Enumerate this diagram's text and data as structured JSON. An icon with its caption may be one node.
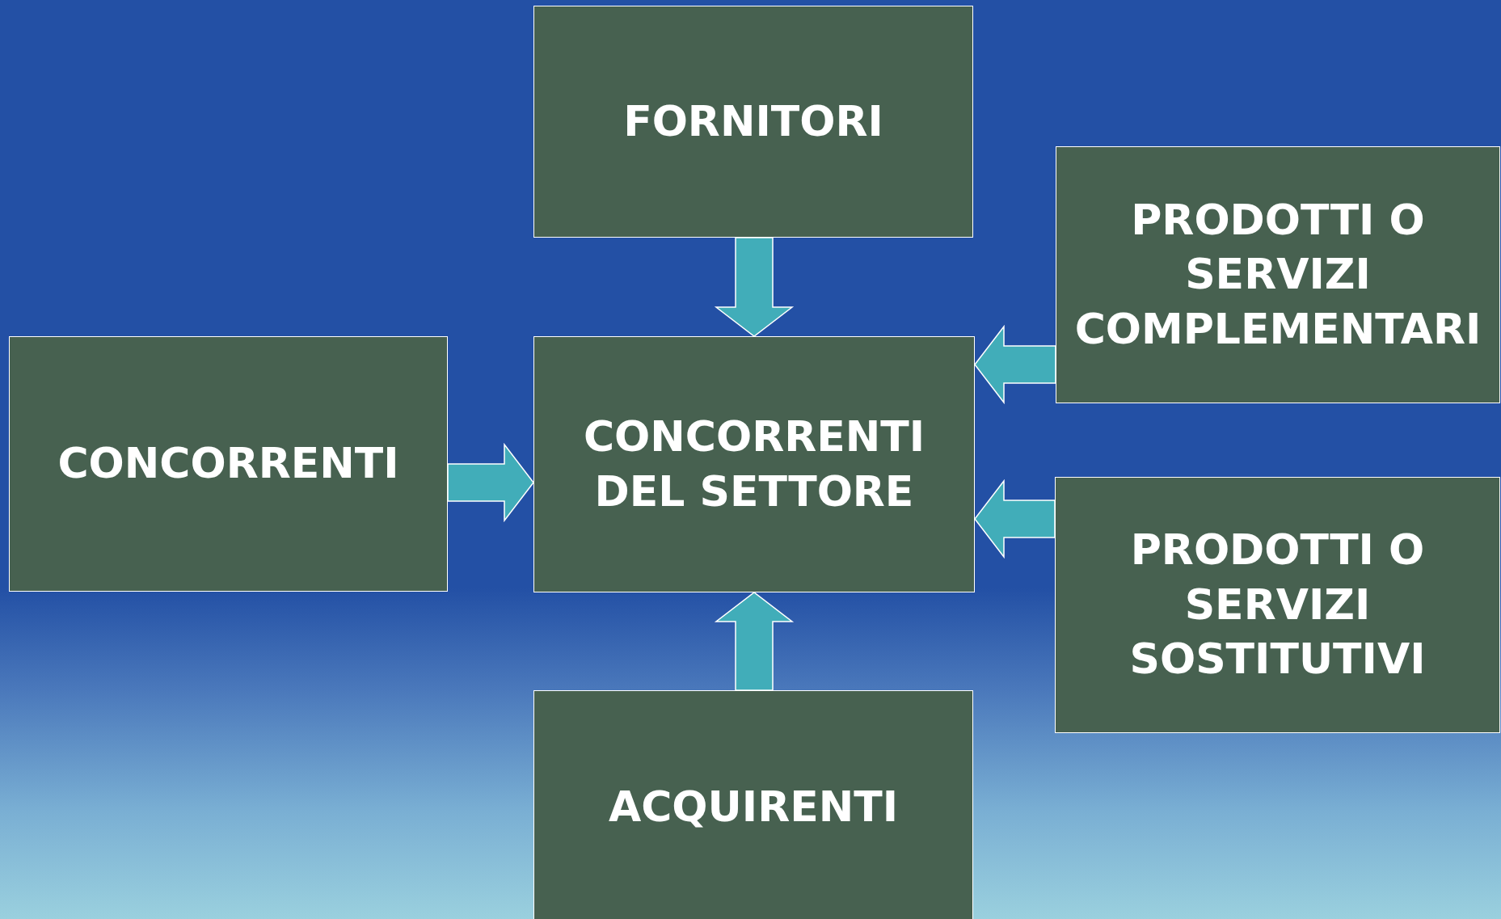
{
  "diagram": {
    "nodes": [
      {
        "text": [
          "FORNITORI"
        ]
      },
      {
        "text": [
          "CONCORRENTI"
        ]
      },
      {
        "text": [
          "CONCORRENTI DEL SETTORE"
        ]
      },
      {
        "text": [
          "PRODOTTI O SERVIZI COMPLEMENTARI"
        ]
      },
      {
        "text": [
          "PRODOTTI O SERVIZI SOSTITUTIVI"
        ]
      },
      {
        "text": [
          "ACQUIRENTI"
        ]
      }
    ],
    "edges": [
      {
        "from": 0,
        "to": 2,
        "arrow": "to"
      },
      {
        "from": 1,
        "to": 2,
        "arrow": "to"
      },
      {
        "from": 3,
        "to": 2,
        "arrow": "to"
      },
      {
        "from": 4,
        "to": 2,
        "arrow": "to"
      },
      {
        "from": 5,
        "to": 2,
        "arrow": "to"
      }
    ]
  }
}
